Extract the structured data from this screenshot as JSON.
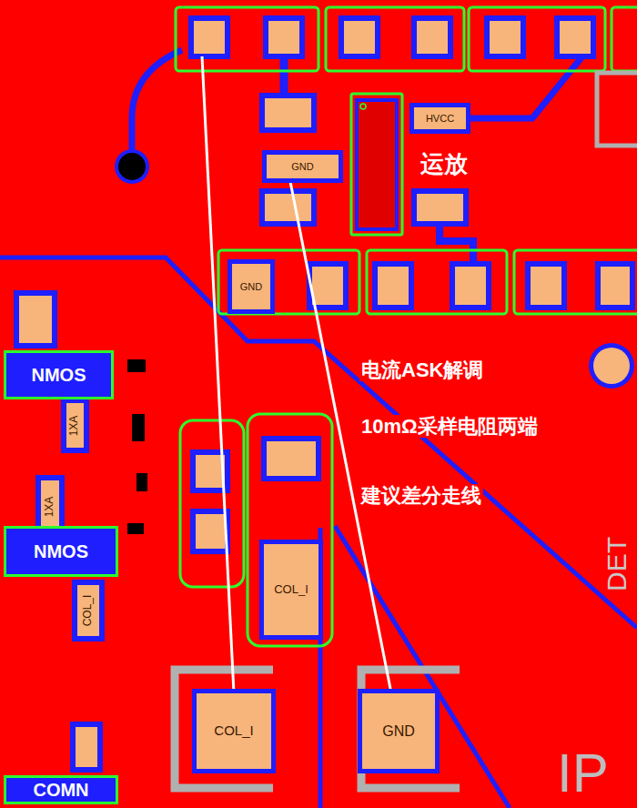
{
  "diagram": {
    "nodes": [
      {
        "text": [
          "HVCC"
        ]
      },
      {
        "text": [
          "GND"
        ]
      },
      {
        "text": [
          "GND"
        ]
      },
      {
        "text": [
          "NMOS"
        ]
      },
      {
        "text": [
          "NMOS"
        ]
      },
      {
        "text": [
          "COL_I"
        ]
      },
      {
        "text": [
          "COL_I"
        ]
      },
      {
        "text": [
          "GND"
        ]
      },
      {
        "text": [
          "COMN"
        ]
      }
    ],
    "edges": [
      {
        "from": 1,
        "to": 7,
        "arrow": "none"
      }
    ],
    "labels": [
      "运放",
      "电流ASK解调",
      "10mΩ采样电阻两端",
      "建议差分走线",
      "1XA",
      "1XA",
      "COL_I",
      "DET",
      "IP"
    ]
  }
}
